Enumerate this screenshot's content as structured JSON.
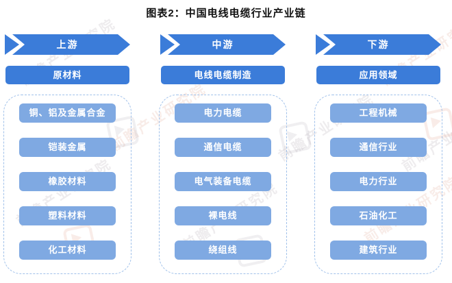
{
  "title": "图表2：中国电线电缆行业产业链",
  "watermark": "前瞻产业研究院",
  "colors": {
    "primary_blue": "#3b7cd9",
    "item_blue": "#7fa9e2",
    "container_border_blue": "#9fc0ea",
    "title_color": "#111111"
  },
  "columns": [
    {
      "stage": "上游",
      "category": "原材料",
      "items": [
        "铜、铝及金属合金",
        "铠装金属",
        "橡胶材料",
        "塑料材料",
        "化工材料"
      ]
    },
    {
      "stage": "中游",
      "category": "电线电缆制造",
      "items": [
        "电力电缆",
        "通信电缆",
        "电气装备电缆",
        "裸电线",
        "绕组线"
      ]
    },
    {
      "stage": "下游",
      "category": "应用领域",
      "items": [
        "工程机械",
        "通信行业",
        "电力行业",
        "石油化工",
        "建筑行业"
      ]
    }
  ]
}
